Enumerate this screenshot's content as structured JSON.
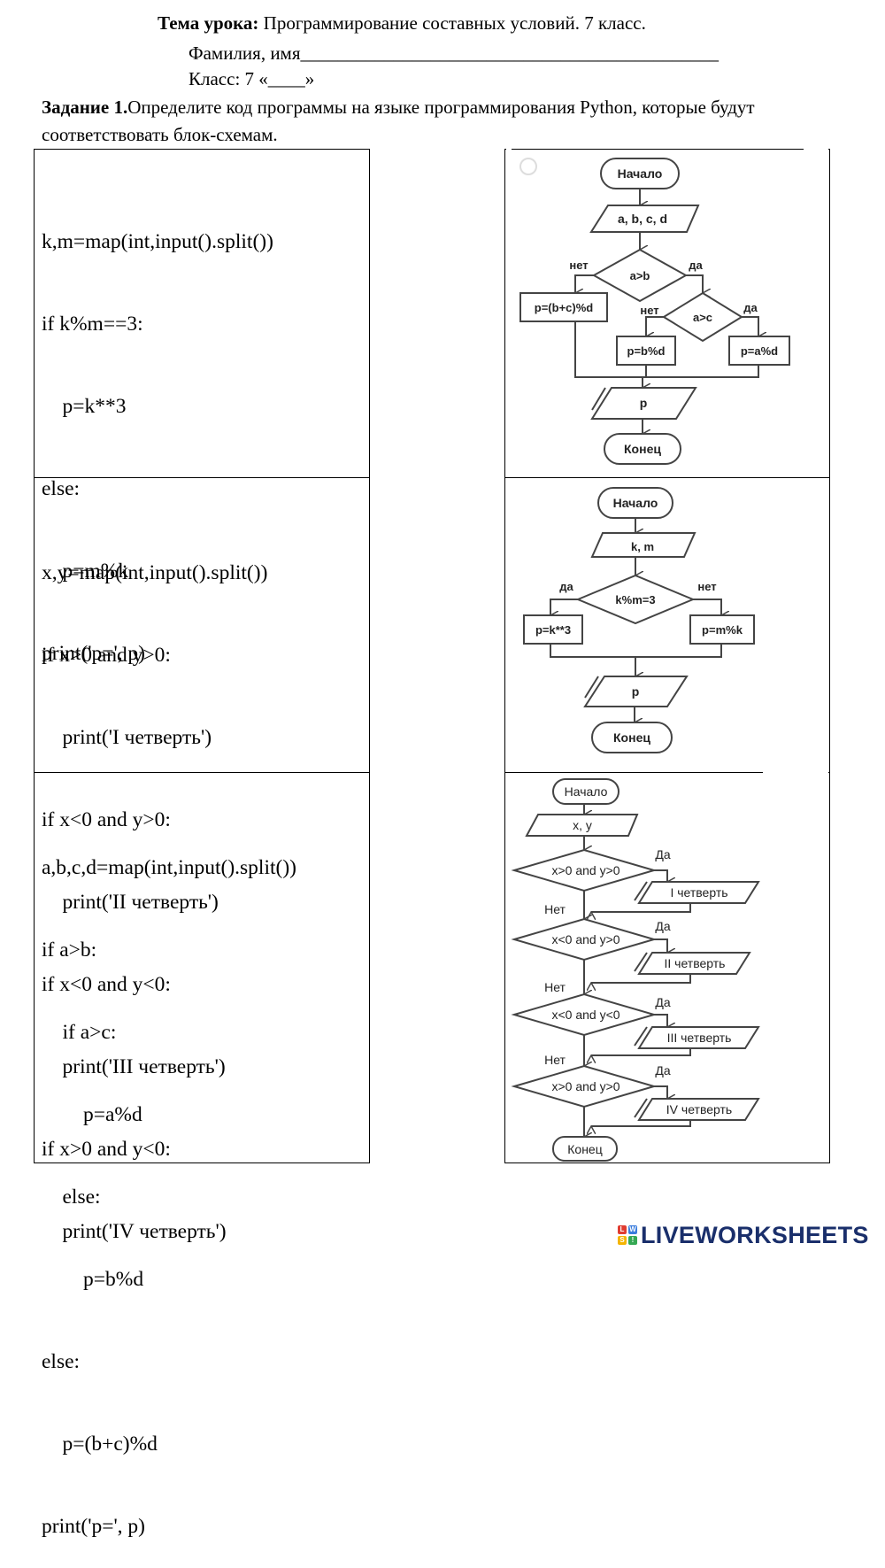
{
  "header": {
    "topic_label": "Тема урока:",
    "topic_text": " Программирование составных условий.  7 класс.",
    "name_label": "Фамилия, имя",
    "name_blank": "_____________________________________________",
    "class_label": "Класс: 7 «____»"
  },
  "task": {
    "label": "Задание 1.",
    "text": "Определите код программы на языке программирования Python, которые будут соответствовать  блок-схемам."
  },
  "code_blocks": [
    [
      "k,m=map(int,input().split())",
      "if k%m==3:",
      "    p=k**3",
      "else:",
      "    p=m%k",
      "print('p=', p)"
    ],
    [
      "x,y=map(int,input().split())",
      "if x>0 and y>0:",
      "    print('I четверть')",
      "if x<0 and y>0:",
      "    print('II четверть')",
      "if x<0 and y<0:",
      "    print('III четверть')",
      "if x>0 and y<0:",
      "    print('IV четверть')"
    ],
    [
      "a,b,c,d=map(int,input().split())",
      "if a>b:",
      "    if a>c:",
      "        p=a%d",
      "    else:",
      "        p=b%d",
      "else:",
      "    p=(b+c)%d",
      "print('p=', p)"
    ]
  ],
  "flowchart1": {
    "start": "Начало",
    "input": "a, b, c, d",
    "cond1": "a>b",
    "no1": "нет",
    "yes1": "да",
    "cond2": "a>c",
    "no2": "нет",
    "yes2": "да",
    "p_no": "p=(b+c)%d",
    "p_mid": "p=b%d",
    "p_yes": "p=a%d",
    "output": "p",
    "end": "Конец"
  },
  "flowchart2": {
    "start": "Начало",
    "input": "k, m",
    "cond": "k%m=3",
    "yes": "да",
    "no": "нет",
    "p_yes": "p=k**3",
    "p_no": "p=m%k",
    "output": "p",
    "end": "Конец"
  },
  "flowchart3": {
    "start": "Начало",
    "input": "x, y",
    "conds": [
      "x>0 and y>0",
      "x<0 and y>0",
      "x<0 and y<0",
      "x>0 and y>0"
    ],
    "outputs": [
      "I четверть",
      "II четверть",
      "III четверть",
      "IV четверть"
    ],
    "yes": "Да",
    "no": "Нет",
    "end": "Конец"
  },
  "logo": {
    "text": "LIVEWORKSHEETS",
    "mark": [
      "L",
      "W",
      "S",
      "!"
    ]
  },
  "colors": {
    "ink": "#000000",
    "diagram": "#444444",
    "logo_text": "#1a2f6b",
    "logo_mark": [
      "#e03c31",
      "#3b7ddd",
      "#f4b400",
      "#34a853"
    ]
  }
}
